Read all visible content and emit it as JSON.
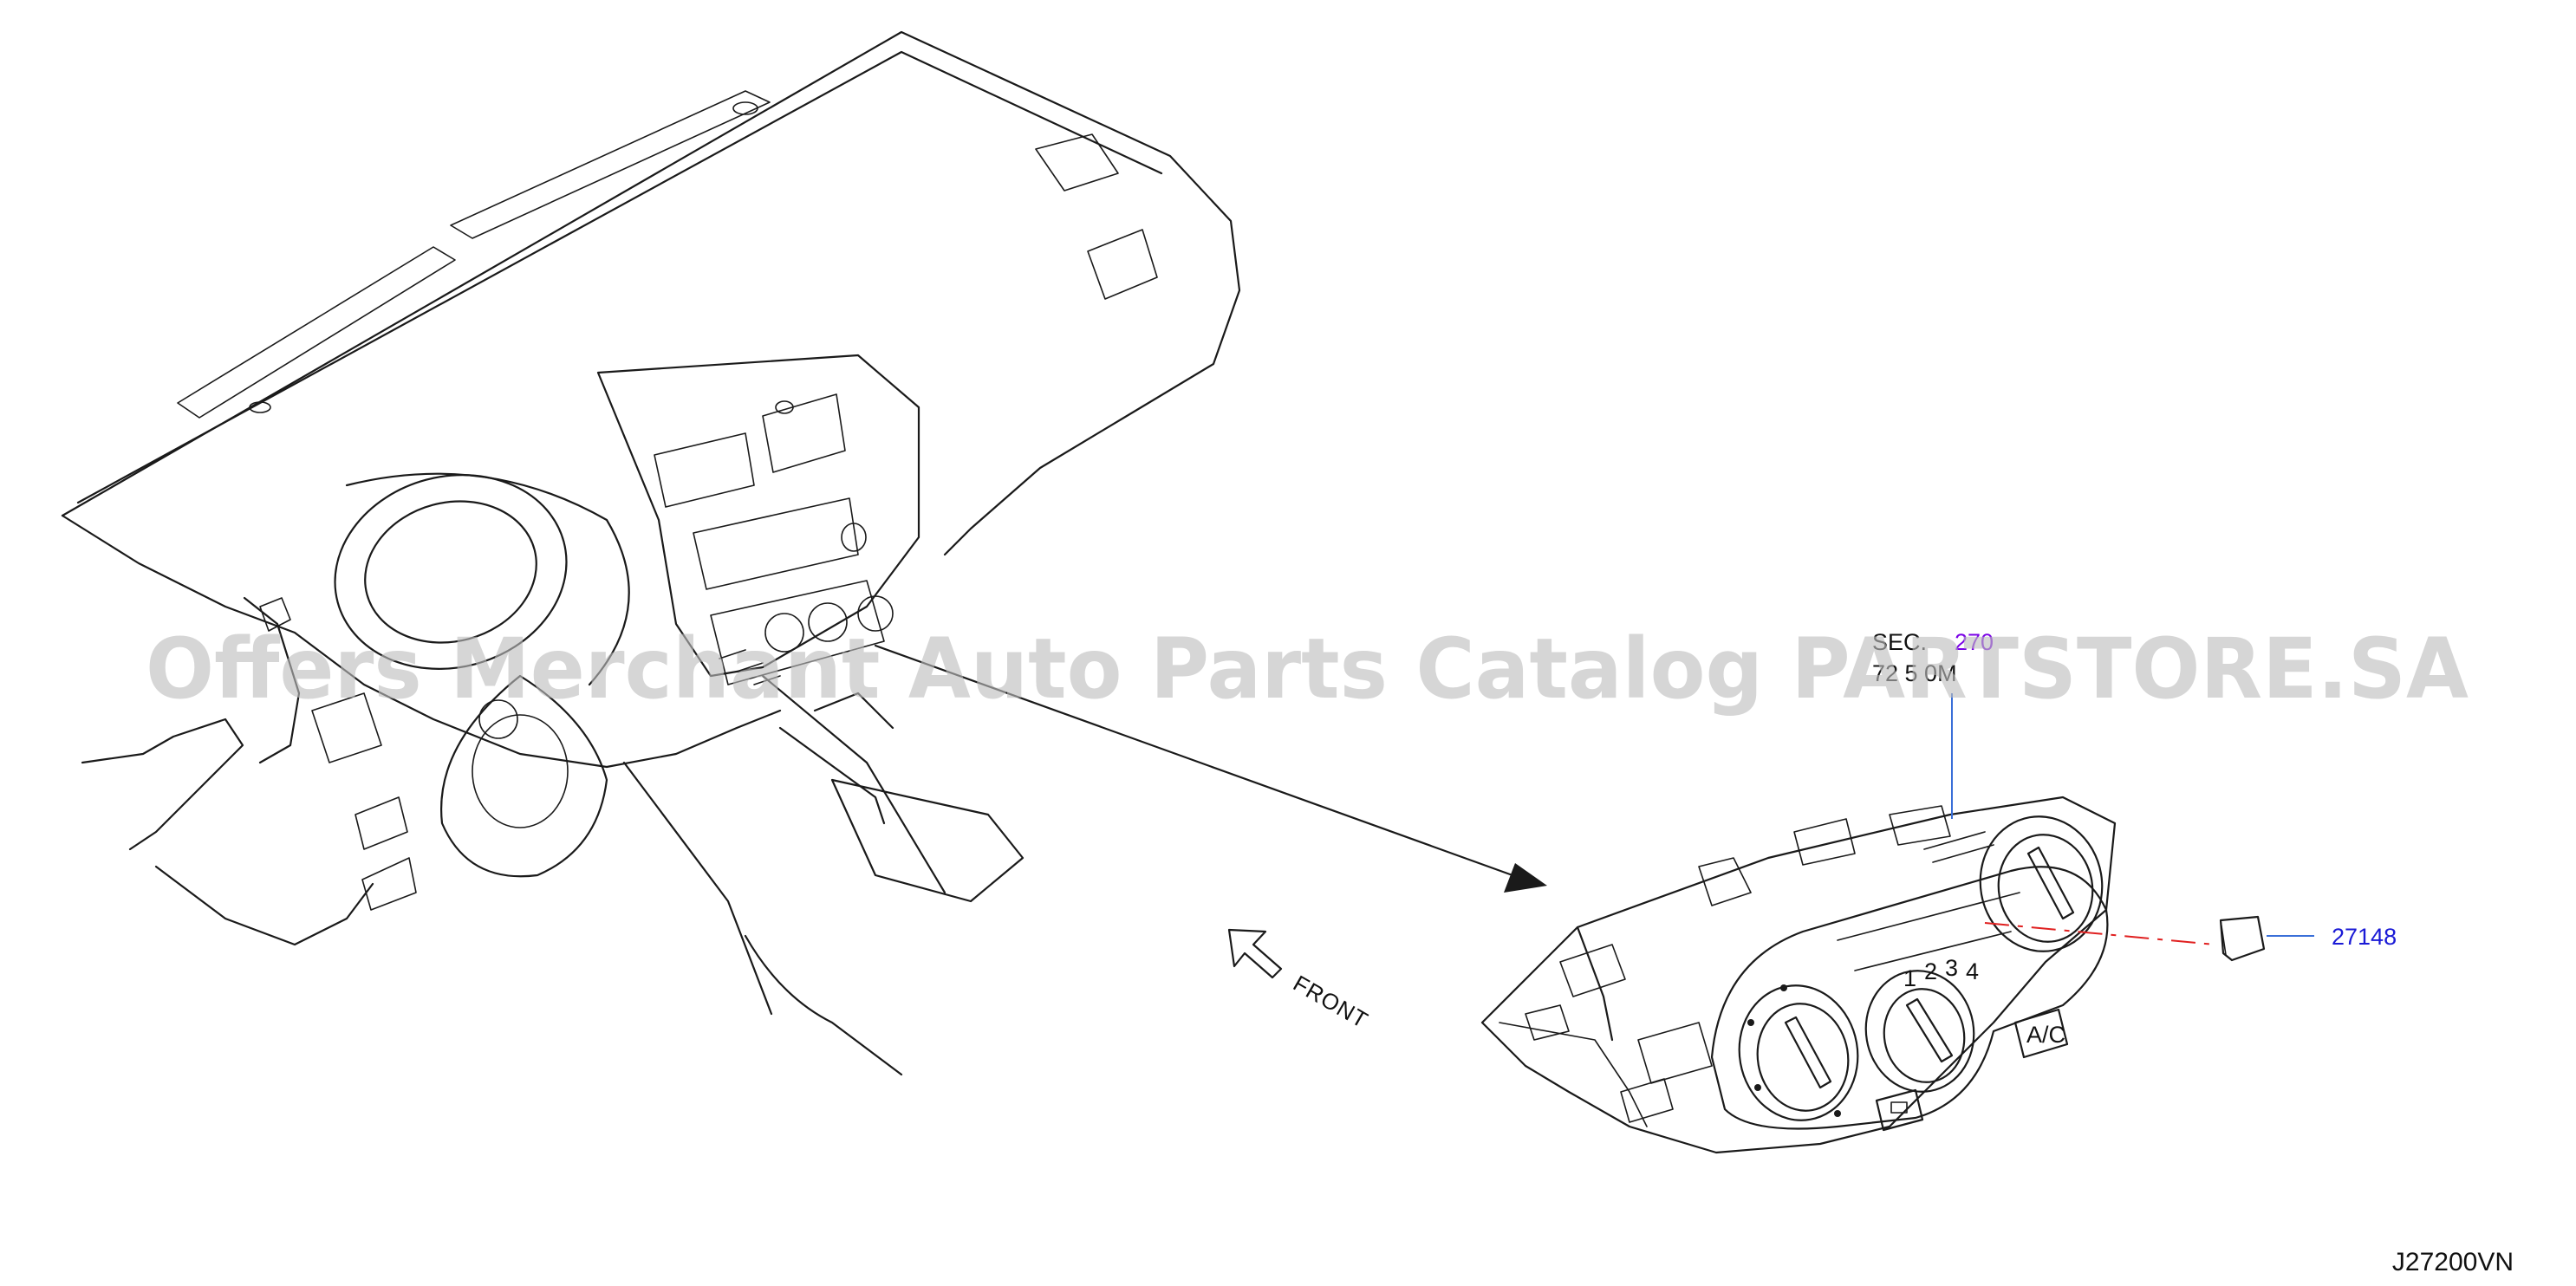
{
  "diagram": {
    "section_ref_line1_prefix": "SEC.",
    "section_ref_link": "270",
    "section_ref_line2": "72 5 0M",
    "part_number": "27148",
    "direction_label": "FRONT",
    "diagram_code": "J27200VN"
  },
  "watermark": {
    "text": "Offers Merchant Auto Parts Catalog PARTSTORE.SA"
  },
  "colors": {
    "section_link": "#7a00e6",
    "part_link": "#1a1ad6",
    "leader_line": "#3a6fd8",
    "dashed_leader": "#e02020",
    "line_art": "#1a1a1a",
    "watermark": "#bdbdbd"
  }
}
